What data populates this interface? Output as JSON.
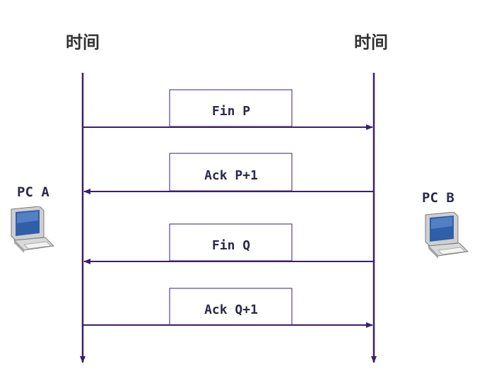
{
  "timeline": {
    "left_label": "时间",
    "right_label": "时间"
  },
  "hosts": {
    "left": {
      "label": "PC A",
      "icon": "computer-icon"
    },
    "right": {
      "label": "PC B",
      "icon": "computer-icon"
    }
  },
  "messages": [
    {
      "label": "Fin P",
      "direction": "A-to-B"
    },
    {
      "label": "Ack P+1",
      "direction": "B-to-A"
    },
    {
      "label": "Fin Q",
      "direction": "B-to-A"
    },
    {
      "label": "Ack Q+1",
      "direction": "A-to-B"
    }
  ],
  "colors": {
    "line": "#3b1f6b",
    "box_border": "#3b1f6b",
    "text": "#2a2a4a"
  }
}
